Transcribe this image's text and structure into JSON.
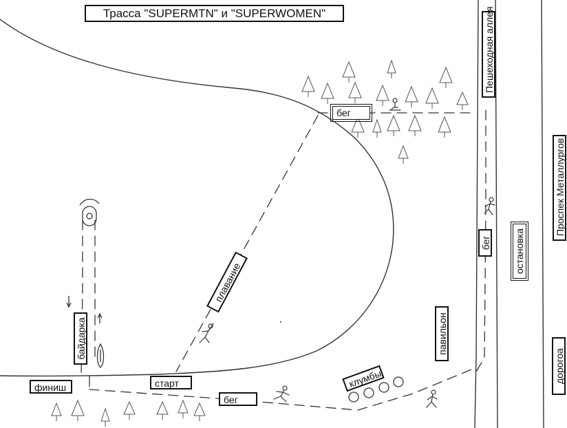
{
  "title": "Трасса \"SUPERMTN\" и \"SUPERWOMEN\"",
  "labels": {
    "run_top": "бег",
    "run_bottom": "бег",
    "run_right": "бег",
    "swim": "плавание",
    "kayak": "байдарка",
    "finish": "финиш",
    "start": "старт",
    "flowerbeds": "клумбы",
    "pavilion": "павильон",
    "bus_stop": "остановка",
    "pedestrian_alley": "Пешеходная аллея",
    "metallurgists_avenue": "Проспек Металлургов",
    "road": "дорогоа"
  }
}
